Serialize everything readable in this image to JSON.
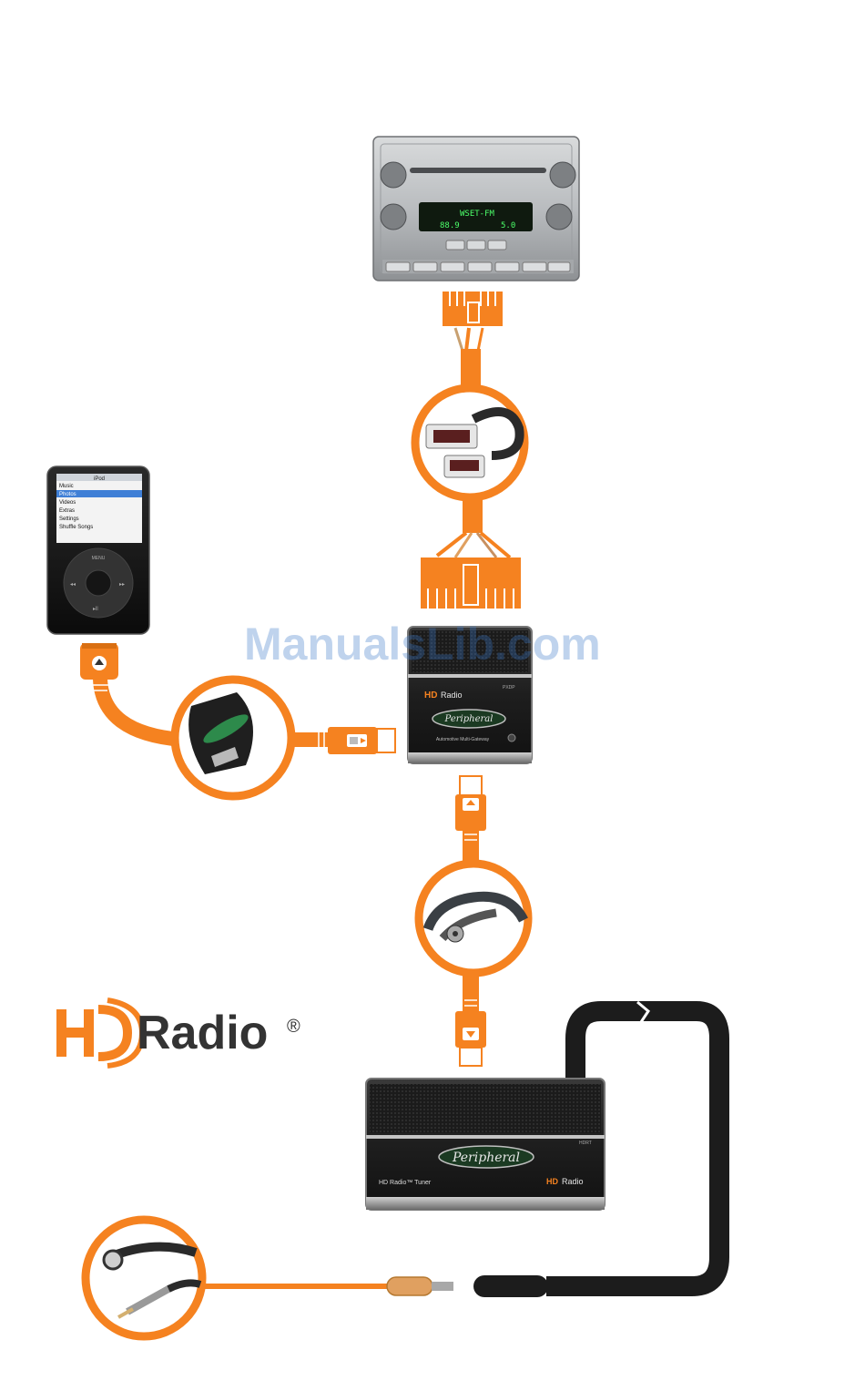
{
  "colors": {
    "accent": "#f58220",
    "cable_dark": "#1c1c1c",
    "device_body": "#2b2b2b",
    "watermark": "#3a78c8"
  },
  "radio": {
    "display_line1": "WSET-FM",
    "display_line2": "88.9",
    "display_line3": "5.0"
  },
  "ipod": {
    "title": "iPod",
    "menu": [
      "Music",
      "Photos",
      "Videos",
      "Extras",
      "Settings",
      "Shuffle Songs"
    ],
    "wheel_top_label": "MENU"
  },
  "gateway": {
    "brand": "Radio",
    "model_tag": "Peripheral",
    "caption": "Automotive Multi-Gateway",
    "model_code": "PXDP"
  },
  "tuner": {
    "model_tag": "Peripheral",
    "caption": "HD Radio™ Tuner",
    "brand": "Radio",
    "model_code": "HDRT"
  },
  "logo": {
    "word": "Radio",
    "mark": "®"
  },
  "watermark": "ManualsLib.com"
}
